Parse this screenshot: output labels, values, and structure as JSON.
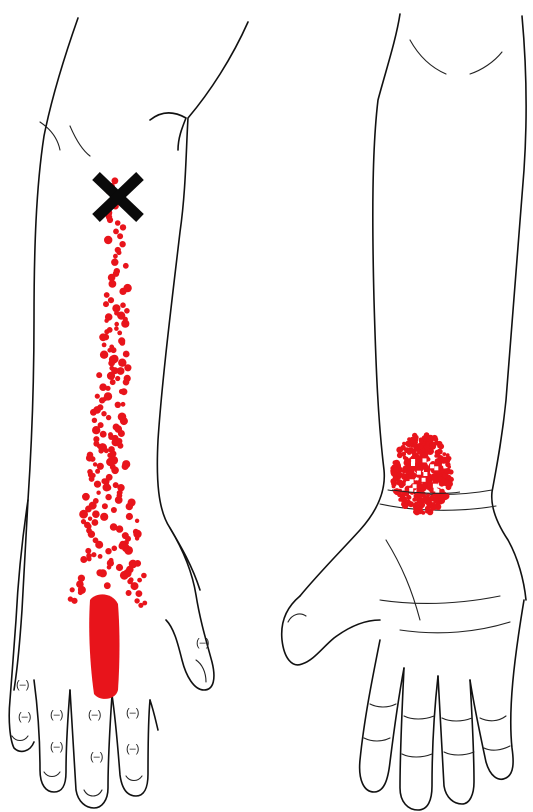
{
  "colors": {
    "background": "#ffffff",
    "outline": "#111111",
    "referral_pain": "#e8141b",
    "trigger_point_marker": "#0a0a0a"
  },
  "figures": [
    {
      "id": "dorsal-forearm-hand",
      "view": "posterior"
    },
    {
      "id": "palmar-forearm-hand",
      "view": "anterior"
    }
  ],
  "markers": {
    "trigger_point": {
      "symbol": "X",
      "icon": "cross-icon"
    }
  }
}
